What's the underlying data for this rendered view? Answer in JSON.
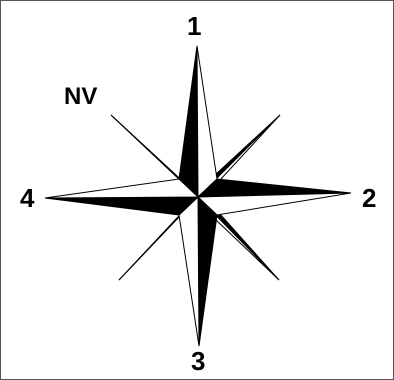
{
  "labels": {
    "north": "1",
    "east": "2",
    "south": "3",
    "west": "4",
    "northwest": "NV"
  },
  "colors": {
    "ink": "#000000",
    "paper": "#ffffff",
    "frame": "#555555"
  }
}
